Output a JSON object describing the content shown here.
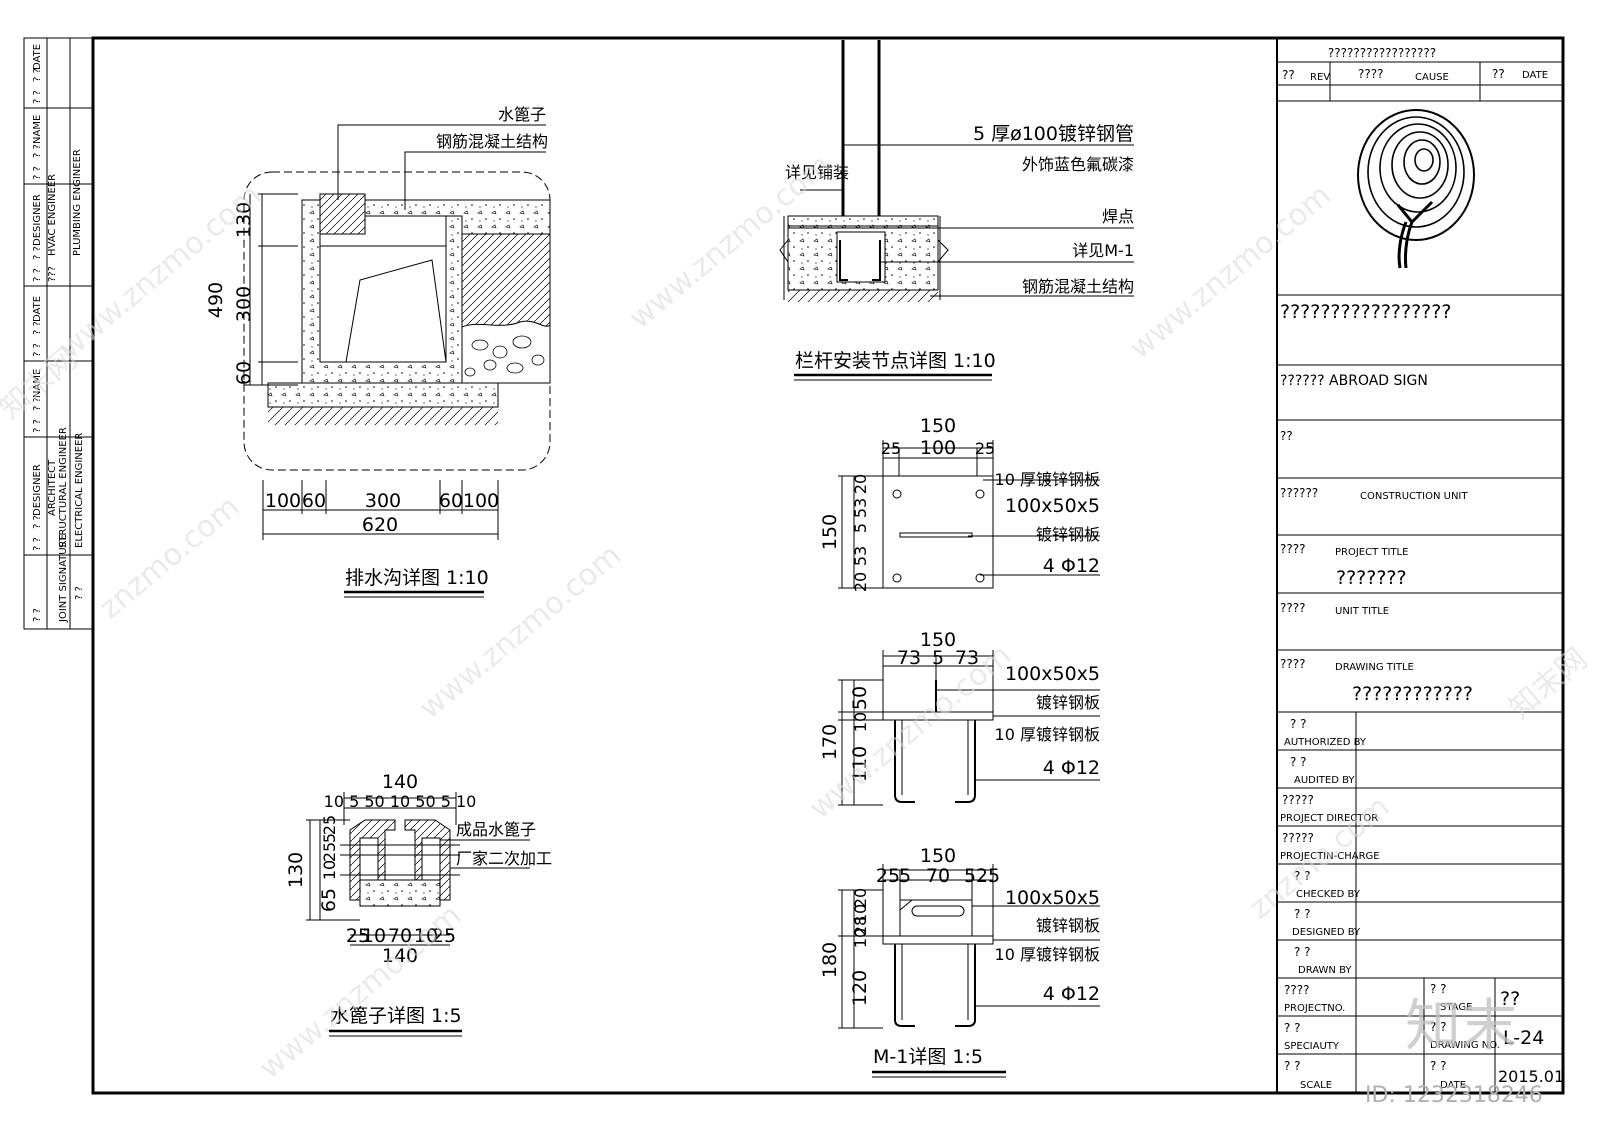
{
  "left_strip": {
    "r1": [
      "? ?",
      "? ?",
      "DATE"
    ],
    "r2": [
      "? ?",
      "? ?",
      "NAME"
    ],
    "r3": [
      "? ?",
      "? ?",
      "DESIGNER",
      "HVAC ENGINEER",
      "PLUMBING ENGINEER",
      "???"
    ],
    "r4": [
      "? ?",
      "? ?",
      "DATE"
    ],
    "r5": [
      "? ?",
      "? ?",
      "NAME"
    ],
    "r6": [
      "? ?",
      "? ?",
      "DESIGNER",
      "ARCHITECT",
      "STRUCTURAL ENGINEER",
      "ELECTRICAL ENGINEER"
    ],
    "r7": [
      "? ?",
      "JOINT SIGNATURE",
      "? ?"
    ]
  },
  "drain": {
    "label1": "水篦子",
    "label2": "钢筋混凝土结构",
    "dim_490": "490",
    "dim_130": "130",
    "dim_300": "300",
    "dim_60": "60",
    "bottom": [
      "100",
      "60",
      "300",
      "60",
      "100"
    ],
    "total": "620",
    "title": "排水沟详图 1:10"
  },
  "railing": {
    "lbl_pipe1": "5 厚ø100镀锌钢管",
    "lbl_pipe2": "外饰蓝色氟碳漆",
    "lbl_pave": "详见铺装",
    "lbl_weld": "焊点",
    "lbl_m1": "详见M-1",
    "lbl_struct": "钢筋混凝土结构",
    "title": "栏杆安装节点详图 1:10"
  },
  "plate1": {
    "top": "150",
    "sub": [
      "25",
      "100",
      "25"
    ],
    "side": "150",
    "side_sub": [
      "20",
      "53",
      "5",
      "53",
      "20"
    ],
    "l1": "10 厚镀锌钢板",
    "l2": "100x50x5",
    "l3": "镀锌钢板",
    "l4": "4 Φ12"
  },
  "plate2": {
    "top": "150",
    "sub": [
      "73",
      "5",
      "73"
    ],
    "side": "170",
    "side_sub": [
      "50",
      "10",
      "110"
    ],
    "l1": "100x50x5",
    "l2": "镀锌钢板",
    "l3": "10 厚镀锌钢板",
    "l4": "4 Φ12"
  },
  "plate3": {
    "top": "150",
    "sub": [
      "25",
      "5",
      "70",
      "5",
      "25"
    ],
    "side": "180",
    "side_sub": [
      "20",
      "10",
      "28",
      "10",
      "120"
    ],
    "l1": "100x50x5",
    "l2": "镀锌钢板",
    "l3": "10 厚镀锌钢板",
    "l4": "4 Φ12",
    "title": "M-1详图 1:5"
  },
  "grate": {
    "top": "140",
    "top_sub": "10 5 50 10 50 5 10",
    "side": "130",
    "side_sub": [
      "65",
      "10",
      "25",
      "5",
      "25"
    ],
    "bottom_sub": [
      "25",
      "10",
      "70",
      "10",
      "25"
    ],
    "bottom": "140",
    "l1": "成品水篦子",
    "l2": "厂家二次加工",
    "title": "水篦子详图 1:5"
  },
  "titleblock": {
    "head": "?????????????????",
    "rev_q": "??",
    "rev": "REV",
    "cause_q": "????",
    "cause": "CAUSE",
    "date_q": "??",
    "date": "DATE",
    "firm": "?????????????????",
    "abroad": "?????? ABROAD SIGN",
    "q2": "??",
    "cu_q": "??????",
    "cu": "CONSTRUCTION UNIT",
    "pt_q": "????",
    "pt": "PROJECT TITLE",
    "pt_v": "???????",
    "ut_q": "????",
    "ut": "UNIT TITLE",
    "dt_q": "????",
    "dt": "DRAWING TITLE",
    "dt_v": "????????????",
    "roles": [
      {
        "q": "?   ?",
        "en": "AUTHORIZED BY"
      },
      {
        "q": "?   ?",
        "en": "AUDITED BY"
      },
      {
        "q": "?????",
        "en": "PROJECT DIRECTOR"
      },
      {
        "q": "?????",
        "en": "PROJECTIN-CHARGE"
      },
      {
        "q": "?   ?",
        "en": "CHECKED BY"
      },
      {
        "q": "?   ?",
        "en": "DESIGNED BY"
      },
      {
        "q": "?   ?",
        "en": "DRAWN BY"
      }
    ],
    "projno_q": "????",
    "projno": "PROJECTNO.",
    "stage_q": "?   ?",
    "stage": "STAGE",
    "stage_v": "??",
    "spec_q": "?   ?",
    "spec": "SPECIAUTY",
    "dwgno_q": "?   ?",
    "dwgno": "DRAWING NO.",
    "dwgno_v": "L-24",
    "scale_q": "?   ?",
    "scale": "SCALE",
    "date2_q": "?   ?",
    "date2": "DATE",
    "date2_v": "2015.01"
  },
  "watermark": {
    "site": "znzmo.com",
    "site2": "www.znzmo.com",
    "brand": "知末网",
    "logo": "知末",
    "id": "ID: 1232318246"
  }
}
